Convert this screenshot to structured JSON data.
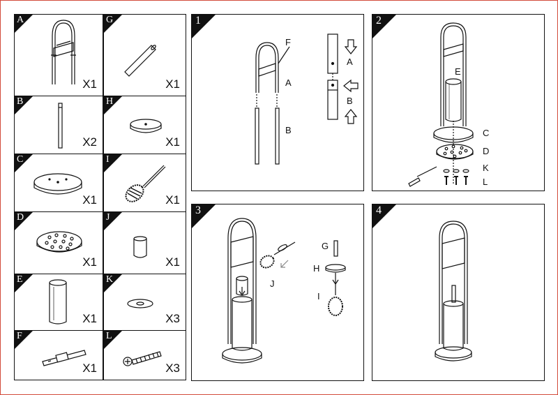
{
  "parts": [
    {
      "letter": "A",
      "qty": "X1",
      "icon": "stand-frame-icon"
    },
    {
      "letter": "G",
      "qty": "X1",
      "icon": "rod-icon"
    },
    {
      "letter": "B",
      "qty": "X2",
      "icon": "pole-icon"
    },
    {
      "letter": "H",
      "qty": "X1",
      "icon": "disc-icon"
    },
    {
      "letter": "C",
      "qty": "X1",
      "icon": "base-plate-icon"
    },
    {
      "letter": "I",
      "qty": "X1",
      "icon": "toilet-brush-icon"
    },
    {
      "letter": "D",
      "qty": "X1",
      "icon": "perforated-plate-icon"
    },
    {
      "letter": "J",
      "qty": "X1",
      "icon": "small-cylinder-icon"
    },
    {
      "letter": "E",
      "qty": "X1",
      "icon": "brush-holder-cup-icon"
    },
    {
      "letter": "K",
      "qty": "X3",
      "icon": "washer-icon"
    },
    {
      "letter": "F",
      "qty": "X1",
      "icon": "paper-roll-bar-icon"
    },
    {
      "letter": "L",
      "qty": "X3",
      "icon": "screw-icon"
    }
  ],
  "steps": [
    {
      "number": "1",
      "labels": [
        "F",
        "A",
        "B",
        "A",
        "B"
      ]
    },
    {
      "number": "2",
      "labels": [
        "E",
        "C",
        "D",
        "K",
        "L"
      ]
    },
    {
      "number": "3",
      "labels": [
        "J",
        "G",
        "H",
        "I"
      ]
    },
    {
      "number": "4",
      "labels": []
    }
  ]
}
